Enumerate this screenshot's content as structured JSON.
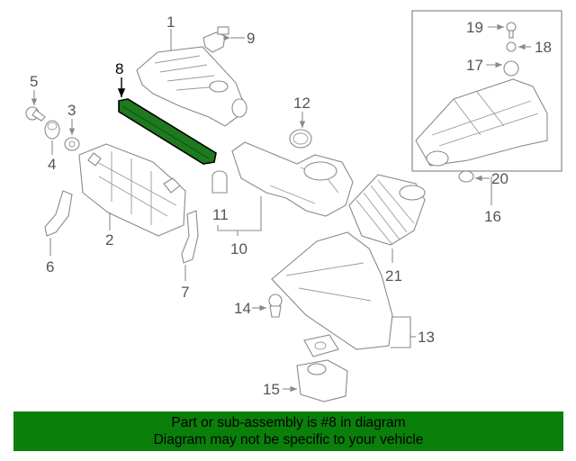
{
  "diagram": {
    "highlight_color": "#0a7f0a",
    "callouts": [
      "1",
      "2",
      "3",
      "4",
      "5",
      "6",
      "7",
      "8",
      "9",
      "10",
      "11",
      "12",
      "13",
      "14",
      "15",
      "16",
      "17",
      "18",
      "19",
      "20",
      "21"
    ]
  },
  "banner": {
    "line1": "Part or sub-assembly is #8 in diagram",
    "line2": "Diagram may not be specific to your vehicle",
    "color": "#0a7f0a"
  }
}
